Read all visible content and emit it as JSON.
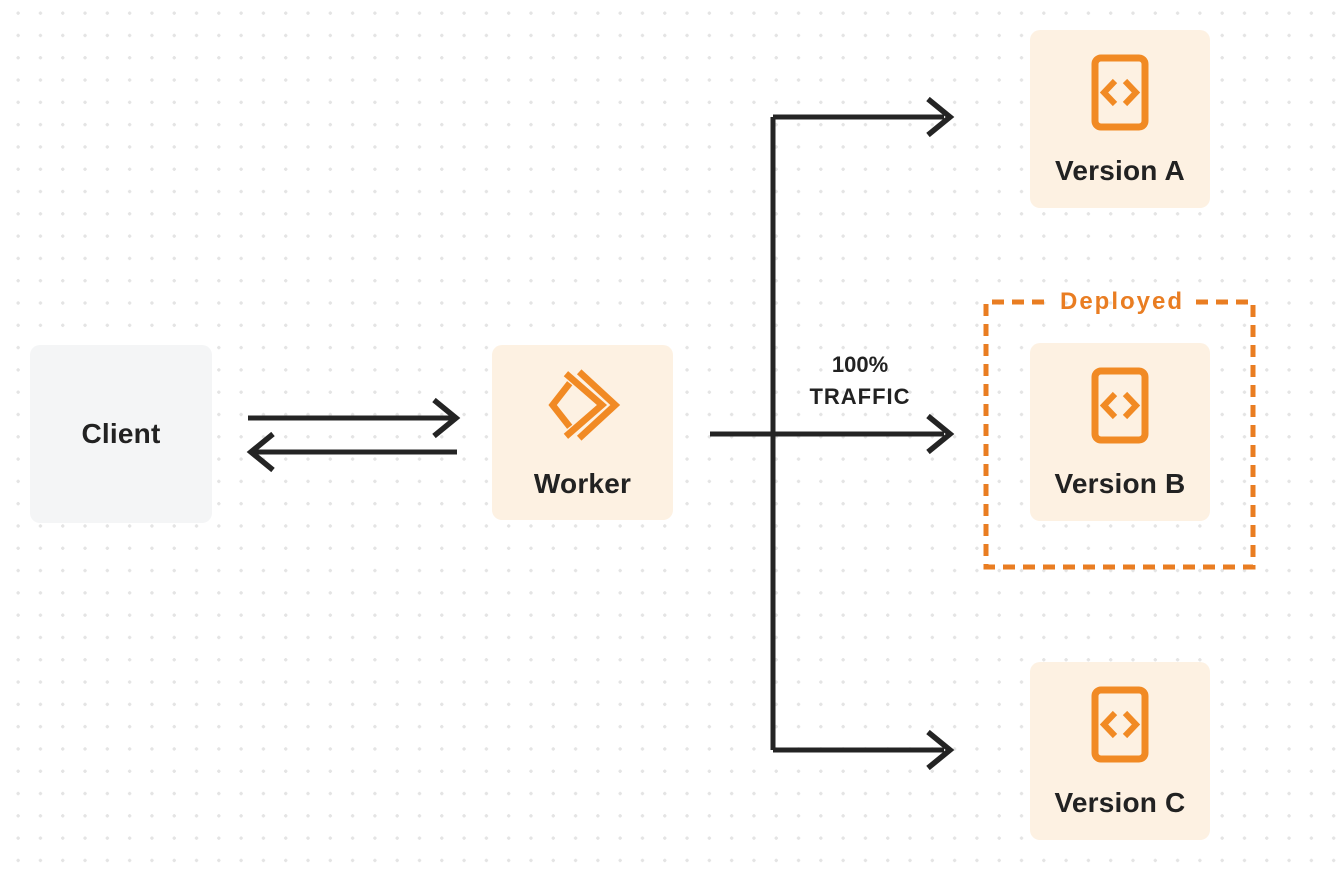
{
  "palette": {
    "canvas_bg": "#ffffff",
    "dot": "#e4e4e4",
    "ink": "#222222",
    "line": "#242424",
    "accent": "#f18a24",
    "accent_deep": "#e97d22",
    "soft_orange_bg": "#fdf1e2",
    "soft_gray_bg": "#f4f5f6"
  },
  "nodes": {
    "client": {
      "label": "Client"
    },
    "worker": {
      "label": "Worker",
      "icon": "workers-logo-icon"
    },
    "version_a": {
      "label": "Version A",
      "icon": "code-version-icon"
    },
    "version_b": {
      "label": "Version B",
      "icon": "code-version-icon"
    },
    "version_c": {
      "label": "Version C",
      "icon": "code-version-icon"
    }
  },
  "annotations": {
    "deployed_label": "Deployed",
    "traffic_line1": "100%",
    "traffic_line2": "TRAFFIC"
  }
}
